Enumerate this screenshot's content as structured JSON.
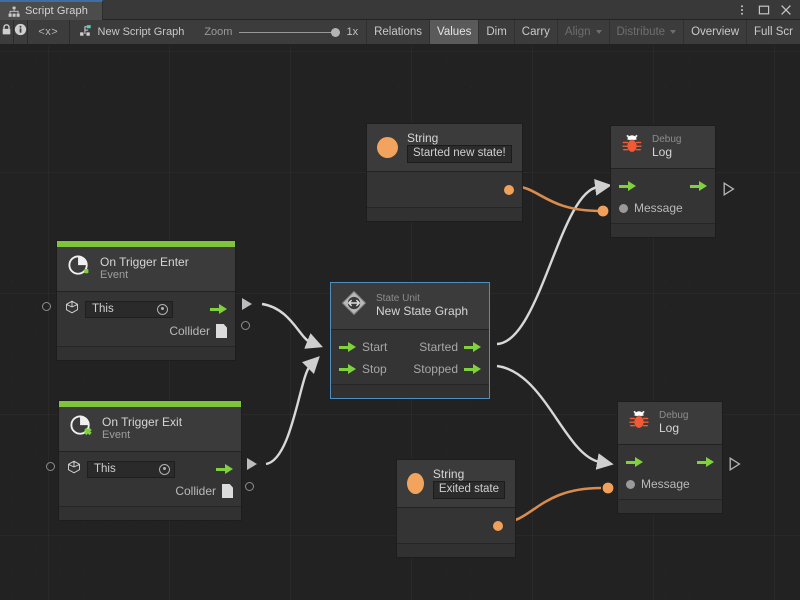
{
  "window": {
    "tab_label": "Script Graph",
    "tab_icon": "script-graph-icon",
    "menu_icon": "kebab-menu-icon",
    "maximize_icon": "maximize-icon",
    "close_icon": "close-icon"
  },
  "toolbar": {
    "lock_icon": "lock-icon",
    "info_icon": "info-icon",
    "code_label": "<x>",
    "graph_icon": "graph-node-icon",
    "graph_name": "New Script Graph",
    "zoom_label": "Zoom",
    "zoom_value": "1x",
    "buttons": [
      {
        "label": "Relations",
        "state": "normal"
      },
      {
        "label": "Values",
        "state": "active"
      },
      {
        "label": "Dim",
        "state": "normal"
      },
      {
        "label": "Carry",
        "state": "normal"
      },
      {
        "label": "Align",
        "state": "dim",
        "caret": true
      },
      {
        "label": "Distribute",
        "state": "dim",
        "caret": true
      },
      {
        "label": "Overview",
        "state": "normal"
      },
      {
        "label": "Full Scr",
        "state": "normal"
      }
    ]
  },
  "colors": {
    "accent_green": "#7fc43b",
    "flow_green": "#7fd23c",
    "data_orange": "#f0a05a",
    "selection_blue": "#4f8fc0",
    "canvas_bg": "#222222",
    "node_bg": "#313131",
    "tab_accent": "#3e6ea8"
  },
  "nodes": {
    "on_trigger_enter": {
      "title": "On Trigger Enter",
      "subtitle": "Event",
      "icon": "on-trigger-enter-icon",
      "target_value": "This",
      "target_icon": "gameobject-cube-icon",
      "output_label": "Collider",
      "output_icon": "collider-doc-icon"
    },
    "on_trigger_exit": {
      "title": "On Trigger Exit",
      "subtitle": "Event",
      "icon": "on-trigger-exit-icon",
      "target_value": "This",
      "target_icon": "gameobject-cube-icon",
      "output_label": "Collider",
      "output_icon": "collider-doc-icon"
    },
    "state_unit": {
      "subtitle": "State Unit",
      "title": "New  State  Graph",
      "icon": "state-unit-icon",
      "inputs": [
        "Start",
        "Stop"
      ],
      "outputs": [
        "Started",
        "Stopped"
      ],
      "selected": true
    },
    "string_top": {
      "title": "String",
      "icon": "string-value-icon",
      "value": "Started new state!"
    },
    "string_bottom": {
      "title": "String",
      "icon": "string-value-icon",
      "value": "Exited state"
    },
    "debug_log_top": {
      "subtitle": "Debug",
      "title": "Log",
      "icon": "debug-bug-icon",
      "input_label": "Message"
    },
    "debug_log_bottom": {
      "subtitle": "Debug",
      "title": "Log",
      "icon": "debug-bug-icon",
      "input_label": "Message"
    }
  }
}
